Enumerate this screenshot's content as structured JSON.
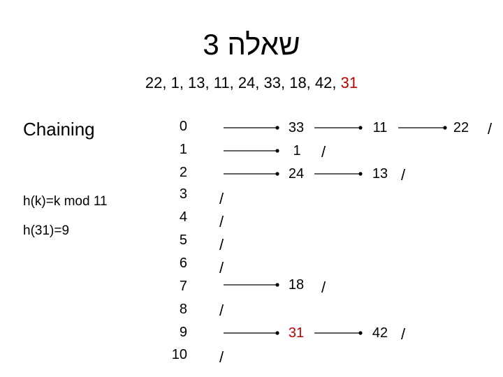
{
  "title": "שאלה 3",
  "sequence": {
    "values_text": "22, 1, 13, 11, 24, 33, 18, 42, ",
    "highlight": "31",
    "highlight_color": "#c00000"
  },
  "method": "Chaining",
  "hash_function": "h(k)=k mod 11",
  "hash_example": "h(31)=9",
  "table": {
    "indices": [
      "0",
      "1",
      "2",
      "3",
      "4",
      "5",
      "6",
      "7",
      "8",
      "9",
      "10"
    ],
    "empty_slots": [
      "3",
      "4",
      "5",
      "6",
      "8",
      "10"
    ],
    "null_marker": "/"
  },
  "chains": {
    "slot_0": [
      "33",
      "11",
      "22"
    ],
    "slot_1": [
      "1"
    ],
    "slot_2": [
      "24",
      "13"
    ],
    "slot_7": [
      "18"
    ],
    "slot_9": [
      "31",
      "42"
    ]
  },
  "new_key": "31"
}
